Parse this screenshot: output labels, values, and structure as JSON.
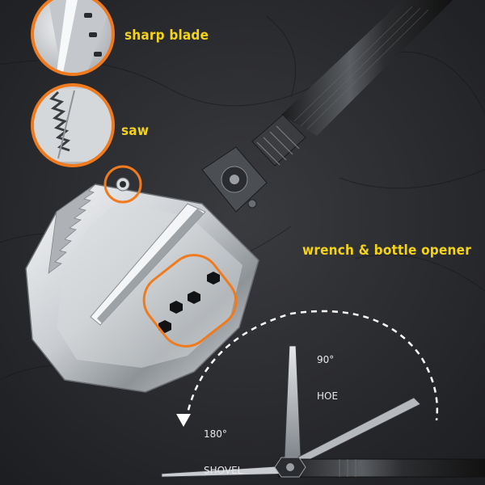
{
  "callouts": {
    "sharp_blade": "sharp blade",
    "saw": "saw",
    "wrench": "wrench & bottle opener"
  },
  "angles": {
    "hoe_deg": "90°",
    "hoe_label": "HOE",
    "shovel_deg": "180°",
    "shovel_label": "SHOVEL"
  },
  "colors": {
    "background": "#2a2b2e",
    "callout_text": "#f3d21b",
    "highlight_ring": "#f07a1e",
    "angle_text": "#e8e8e8"
  }
}
